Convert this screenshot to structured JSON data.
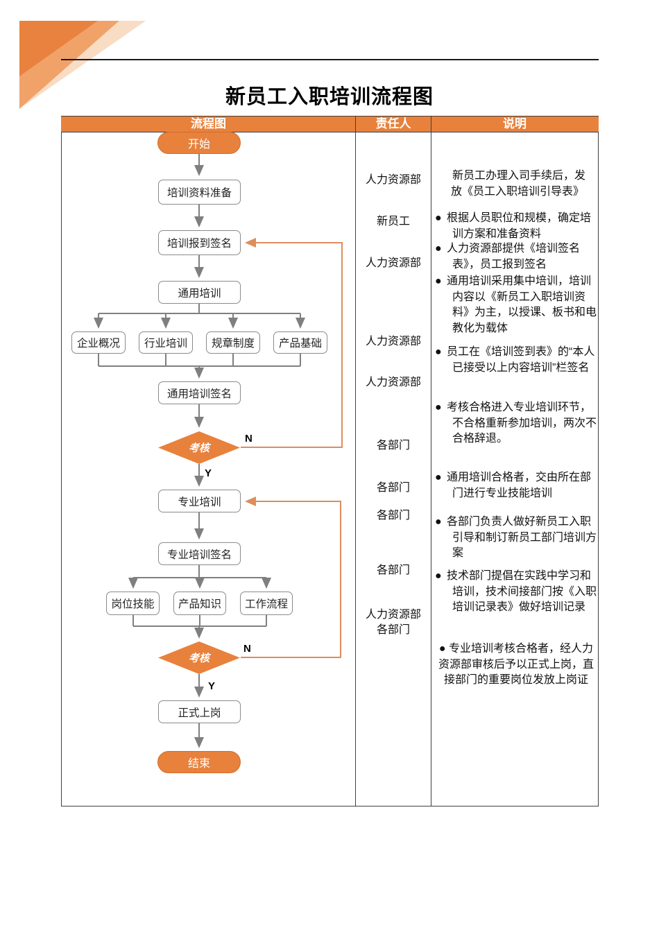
{
  "title": "新员工入职培训流程图",
  "table": {
    "headers": [
      "流程图",
      "责任人",
      "说明"
    ]
  },
  "flowchart": {
    "start": "开始",
    "prepare": "培训资料准备",
    "checkin_sign": "培训报到签名",
    "general_training": "通用培训",
    "general_topics": [
      "企业概况",
      "行业培训",
      "规章制度",
      "产品基础"
    ],
    "general_sign": "通用培训签名",
    "exam1": "考核",
    "professional_training": "专业培训",
    "professional_sign": "专业培训签名",
    "professional_topics": [
      "岗位技能",
      "产品知识",
      "工作流程"
    ],
    "exam2": "考核",
    "onboard": "正式上岗",
    "end": "结束",
    "no_label": "N",
    "yes_label": "Y"
  },
  "responsible": [
    "人力资源部",
    "新员工",
    "人力资源部",
    "人力资源部",
    "人力资源部",
    "各部门",
    "各部门",
    "各部门",
    "各部门",
    "人力资源部\n各部门"
  ],
  "notes": [
    {
      "bullet": "",
      "text": "新员工办理入司手续后，发放《员工入职培训引导表》"
    },
    {
      "bullet": "●",
      "text": "根据人员职位和规模，确定培训方案和准备资料"
    },
    {
      "bullet": "●",
      "text": "人力资源部提供《培训签名表》，员工报到签名"
    },
    {
      "bullet": "●",
      "text": "通用培训采用集中培训，培训内容以《新员工入职培训资料》为主，以授课、板书和电教化为载体"
    },
    {
      "bullet": "●",
      "text": "员工在《培训签到表》的“本人已接受以上内容培训”栏签名"
    },
    {
      "bullet": "●",
      "text": "考核合格进入专业培训环节，不合格重新参加培训，两次不合格辞退。"
    },
    {
      "bullet": "●",
      "text": "通用培训合格者，交由所在部门进行专业技能培训"
    },
    {
      "bullet": "●",
      "text": "各部门负责人做好新员工入职引导和制订新员工部门培训方案"
    },
    {
      "bullet": "●",
      "text": "技术部门提倡在实践中学习和培训，技术间接部门按《入职培训记录表》做好培训记录"
    },
    {
      "bullet": "●",
      "text": "专业培训考核合格者，经人力资源部审核后予以正式上岗，直接部门的重要岗位发放上岗证"
    }
  ],
  "colors": {
    "accent_orange": "#E8813C",
    "accent_orange_border": "#D26E2B",
    "loop_orange": "#DE8D5C",
    "connector_gray": "#7F7F7F",
    "box_border_gray": "#8A8A8A",
    "table_border": "#3F3F3F",
    "decor_dark": "#E8823E",
    "decor_mid": "#F0A269",
    "decor_light": "#F9DCC4"
  }
}
